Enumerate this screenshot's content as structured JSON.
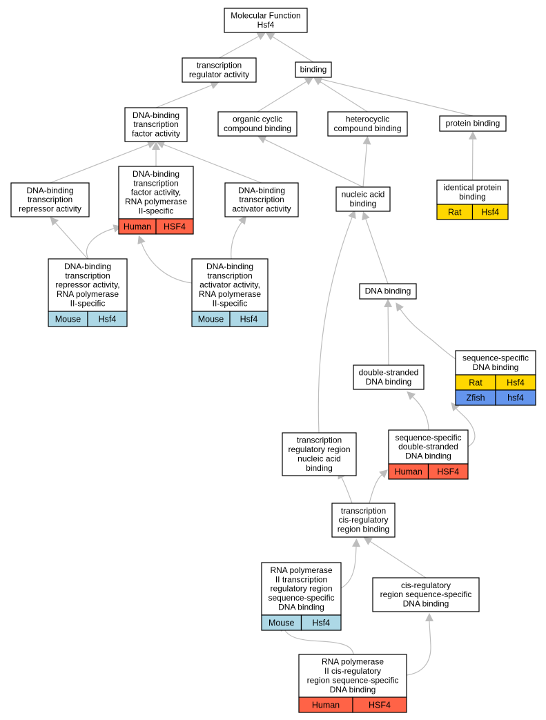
{
  "colors": {
    "Human": "#ff6347",
    "Mouse": "#add8e6",
    "Rat": "#ffd700",
    "Zfish": "#6495ed",
    "edge": "#bdbdbd"
  },
  "nodes": [
    {
      "id": "mf",
      "lines": [
        "Molecular Function",
        "Hsf4"
      ],
      "tags": []
    },
    {
      "id": "tra",
      "lines": [
        "transcription",
        "regulator activity"
      ],
      "tags": []
    },
    {
      "id": "bind",
      "lines": [
        "binding"
      ],
      "tags": []
    },
    {
      "id": "dbtfa",
      "lines": [
        "DNA-binding",
        "transcription",
        "factor activity"
      ],
      "tags": []
    },
    {
      "id": "ocb",
      "lines": [
        "organic cyclic",
        "compound binding"
      ],
      "tags": []
    },
    {
      "id": "hcb",
      "lines": [
        "heterocyclic",
        "compound binding"
      ],
      "tags": []
    },
    {
      "id": "pb",
      "lines": [
        "protein binding"
      ],
      "tags": []
    },
    {
      "id": "dbtra",
      "lines": [
        "DNA-binding",
        "transcription",
        "repressor activity"
      ],
      "tags": []
    },
    {
      "id": "dbtfa2",
      "lines": [
        "DNA-binding",
        "transcription",
        "factor activity,",
        "RNA polymerase",
        "II-specific"
      ],
      "tags": [
        {
          "species": "Human",
          "gene": "HSF4"
        }
      ]
    },
    {
      "id": "dbtaa",
      "lines": [
        "DNA-binding",
        "transcription",
        "activator activity"
      ],
      "tags": []
    },
    {
      "id": "nab",
      "lines": [
        "nucleic acid",
        "binding"
      ],
      "tags": []
    },
    {
      "id": "ipb",
      "lines": [
        "identical protein",
        "binding"
      ],
      "tags": [
        {
          "species": "Rat",
          "gene": "Hsf4"
        }
      ]
    },
    {
      "id": "dbtra2",
      "lines": [
        "DNA-binding",
        "transcription",
        "repressor activity,",
        "RNA polymerase",
        "II-specific"
      ],
      "tags": [
        {
          "species": "Mouse",
          "gene": "Hsf4"
        }
      ]
    },
    {
      "id": "dbtaa2",
      "lines": [
        "DNA-binding",
        "transcription",
        "activator activity,",
        "RNA polymerase",
        "II-specific"
      ],
      "tags": [
        {
          "species": "Mouse",
          "gene": "Hsf4"
        }
      ]
    },
    {
      "id": "dnab",
      "lines": [
        "DNA binding"
      ],
      "tags": []
    },
    {
      "id": "ssdb",
      "lines": [
        "sequence-specific",
        "DNA binding"
      ],
      "tags": [
        {
          "species": "Rat",
          "gene": "Hsf4"
        },
        {
          "species": "Zfish",
          "gene": "hsf4"
        }
      ]
    },
    {
      "id": "dsdb",
      "lines": [
        "double-stranded",
        "DNA binding"
      ],
      "tags": []
    },
    {
      "id": "trrnab",
      "lines": [
        "transcription",
        "regulatory region",
        "nucleic acid",
        "binding"
      ],
      "tags": []
    },
    {
      "id": "ssdsdb",
      "lines": [
        "sequence-specific",
        "double-stranded",
        "DNA binding"
      ],
      "tags": [
        {
          "species": "Human",
          "gene": "HSF4"
        }
      ]
    },
    {
      "id": "tcrrb",
      "lines": [
        "transcription",
        "cis-regulatory",
        "region binding"
      ],
      "tags": []
    },
    {
      "id": "rp2trr",
      "lines": [
        "RNA polymerase",
        "II transcription",
        "regulatory region",
        "sequence-specific",
        "DNA binding"
      ],
      "tags": [
        {
          "species": "Mouse",
          "gene": "Hsf4"
        }
      ]
    },
    {
      "id": "crrss",
      "lines": [
        "cis-regulatory",
        "region sequence-specific",
        "DNA binding"
      ],
      "tags": []
    },
    {
      "id": "rp2crr",
      "lines": [
        "RNA polymerase",
        "II cis-regulatory",
        "region sequence-specific",
        "DNA binding"
      ],
      "tags": [
        {
          "species": "Human",
          "gene": "HSF4"
        }
      ]
    }
  ],
  "edges": [
    {
      "from": "tra",
      "to": "mf"
    },
    {
      "from": "bind",
      "to": "mf"
    },
    {
      "from": "dbtfa",
      "to": "tra"
    },
    {
      "from": "ocb",
      "to": "bind"
    },
    {
      "from": "hcb",
      "to": "bind"
    },
    {
      "from": "pb",
      "to": "bind"
    },
    {
      "from": "dbtra",
      "to": "dbtfa"
    },
    {
      "from": "dbtfa2",
      "to": "dbtfa"
    },
    {
      "from": "dbtaa",
      "to": "dbtfa"
    },
    {
      "from": "nab",
      "to": "ocb"
    },
    {
      "from": "nab",
      "to": "hcb"
    },
    {
      "from": "ipb",
      "to": "pb"
    },
    {
      "from": "dbtra2",
      "to": "dbtra"
    },
    {
      "from": "dbtra2",
      "to": "dbtfa2"
    },
    {
      "from": "dbtaa2",
      "to": "dbtfa2"
    },
    {
      "from": "dbtaa2",
      "to": "dbtaa"
    },
    {
      "from": "dnab",
      "to": "nab"
    },
    {
      "from": "trrnab",
      "to": "nab"
    },
    {
      "from": "dsdb",
      "to": "dnab"
    },
    {
      "from": "ssdb",
      "to": "dnab"
    },
    {
      "from": "ssdsdb",
      "to": "dsdb"
    },
    {
      "from": "ssdsdb",
      "to": "ssdb"
    },
    {
      "from": "tcrrb",
      "to": "trrnab"
    },
    {
      "from": "tcrrb",
      "to": "ssdsdb"
    },
    {
      "from": "rp2trr",
      "to": "tcrrb"
    },
    {
      "from": "crrss",
      "to": "tcrrb"
    },
    {
      "from": "rp2crr",
      "to": "rp2trr"
    },
    {
      "from": "rp2crr",
      "to": "crrss"
    }
  ]
}
